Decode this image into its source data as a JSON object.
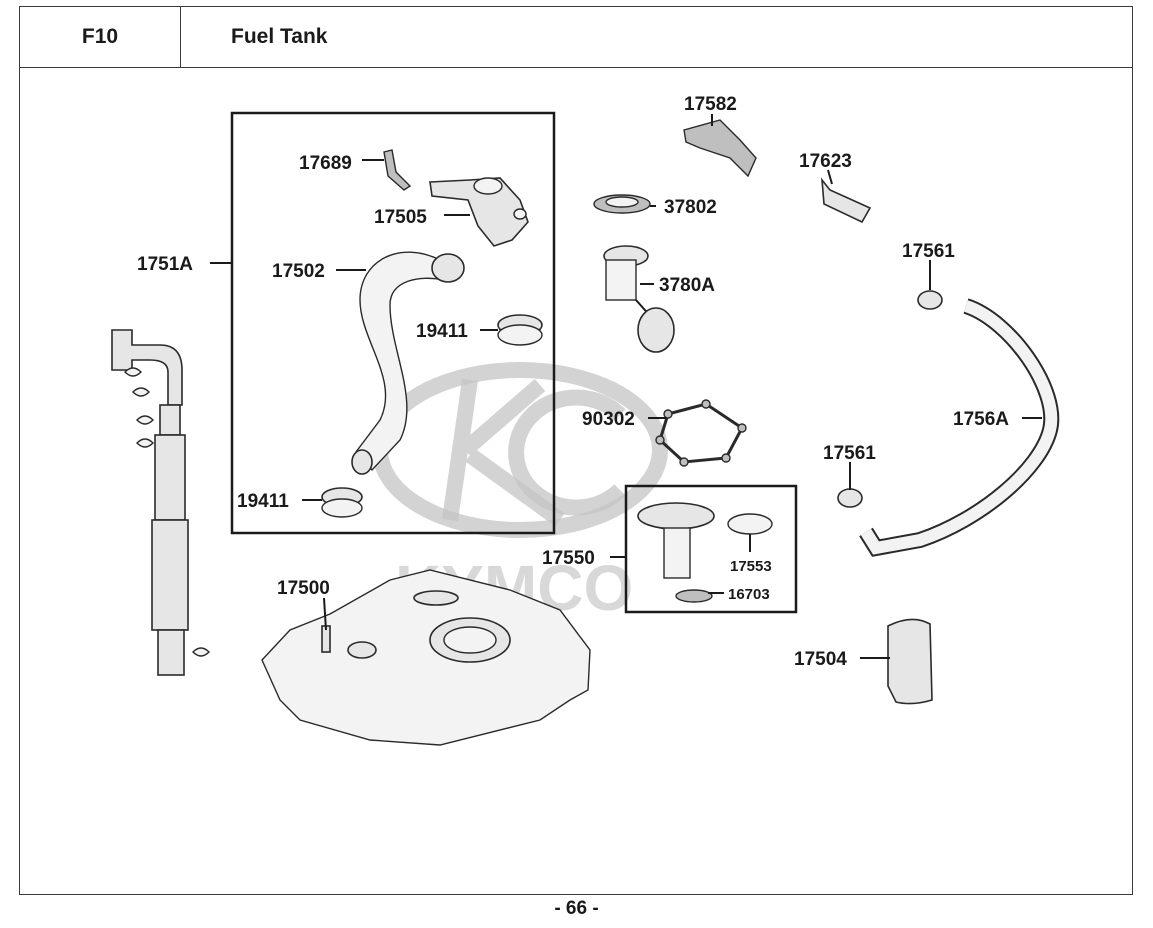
{
  "header": {
    "section_code": "F10",
    "title": "Fuel Tank"
  },
  "watermark": {
    "brand": "KYMCO",
    "color": "#c4c4c4"
  },
  "parts": {
    "p17582": "17582",
    "p17623": "17623",
    "p37802": "37802",
    "p17689": "17689",
    "p17505": "17505",
    "p1751A": "1751A",
    "p17502": "17502",
    "p3780A": "3780A",
    "p17561a": "17561",
    "p19411a": "19411",
    "p90302": "90302",
    "p1756A": "1756A",
    "p17561b": "17561",
    "p19411b": "19411",
    "p17550": "17550",
    "p17553": "17553",
    "p16703": "16703",
    "p17500": "17500",
    "p17504": "17504"
  },
  "footer": {
    "page_number": "- 66 -"
  }
}
